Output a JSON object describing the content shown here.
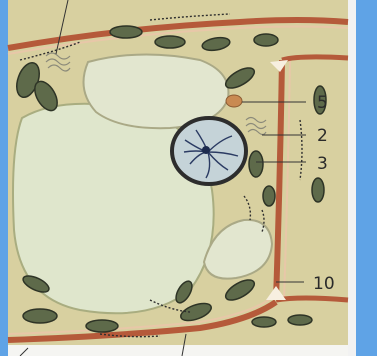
{
  "diagram": {
    "type": "plant-cell-illustration",
    "labels": [
      {
        "id": "label-5",
        "text": "5"
      },
      {
        "id": "label-2",
        "text": "2"
      },
      {
        "id": "label-3",
        "text": "3"
      },
      {
        "id": "label-10",
        "text": "10"
      }
    ],
    "colors": {
      "cytoplasm": "#d8d0a0",
      "cell_wall": "#b55a3a",
      "vacuole": "#dfe6cc",
      "nucleus": "#c5d3d8",
      "chloroplast": "#5e6a4a",
      "background_panel": "#5fa3e6"
    }
  }
}
